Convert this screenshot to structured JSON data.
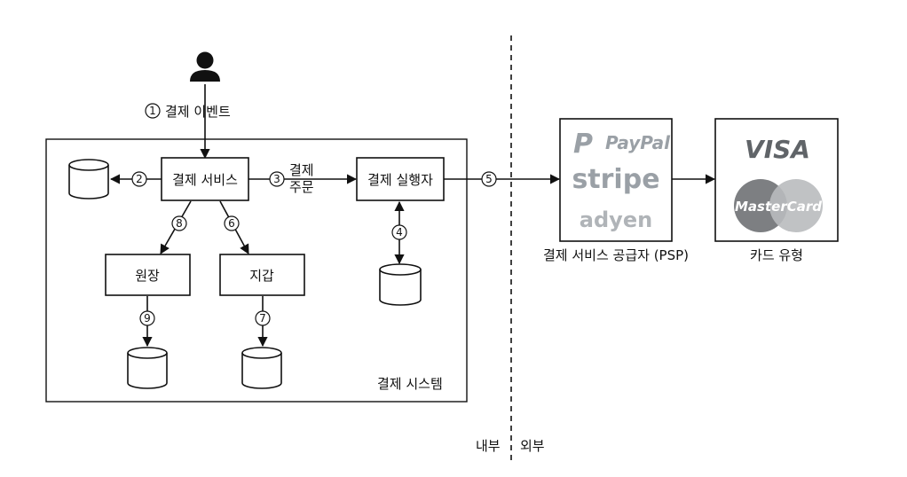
{
  "user": {
    "icon": "user-icon"
  },
  "steps": {
    "s1": "1",
    "s2": "2",
    "s3": "3",
    "s4": "4",
    "s5": "5",
    "s6": "6",
    "s7": "7",
    "s8": "8",
    "s9": "9"
  },
  "labels": {
    "payment_event": "결제 이벤트",
    "payment_order_line1": "결제",
    "payment_order_line2": "주문",
    "payment_system": "결제 시스템",
    "internal": "내부",
    "external": "외부"
  },
  "nodes": {
    "payment_service": "결제 서비스",
    "payment_executor": "결제 실행자",
    "ledger": "원장",
    "wallet": "지갑"
  },
  "psp": {
    "label": "결제 서비스 공급자 (PSP)",
    "logos": [
      "PayPal",
      "stripe",
      "adyen"
    ]
  },
  "cards": {
    "label": "카드 유형",
    "logos": [
      "VISA",
      "MasterCard"
    ]
  },
  "colors": {
    "stroke": "#111111",
    "logo_gray": "#9aa0a6",
    "mc_left": "#7d7f82",
    "mc_right": "#b9bbbe"
  }
}
